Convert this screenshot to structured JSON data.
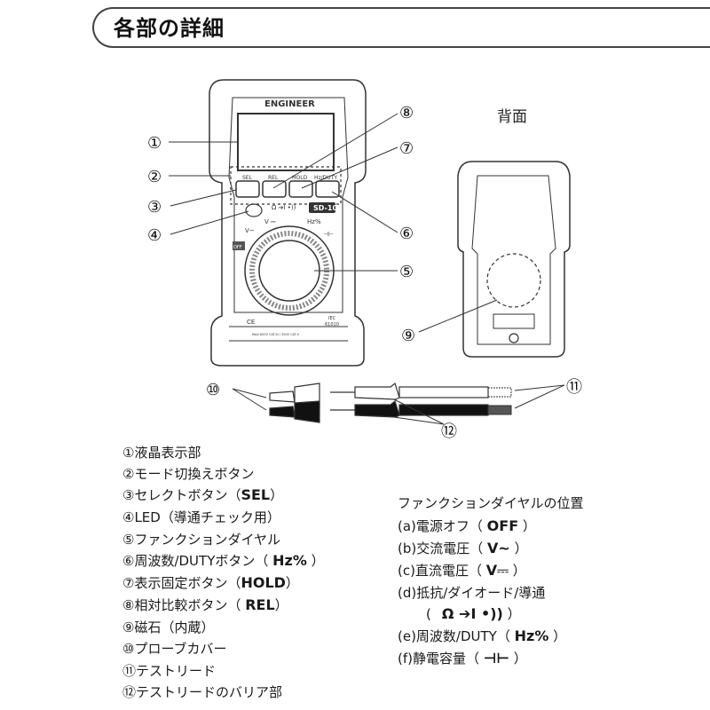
{
  "page": {
    "title": "各部の詳細"
  },
  "diagram": {
    "brand": "ENGINEER",
    "model": "SD-10",
    "back_label": "背面",
    "buttons": [
      "SEL",
      "REL",
      "HOLD",
      "Hz/DUTY"
    ],
    "button_icons": "Ω ➔I •))",
    "dial_marks": {
      "dcv": "V ⎓",
      "acv": "V~",
      "hz": "Hz%",
      "cap": "⊣⊢",
      "off": "OFF"
    },
    "safety_text": {
      "ce": "CE",
      "iec": "IEC",
      "iec_num": "61010",
      "bottom": "MAX 600V CAT.III / 300V CAT.II"
    },
    "callouts": [
      "①",
      "②",
      "③",
      "④",
      "⑤",
      "⑥",
      "⑦",
      "⑧",
      "⑨",
      "⑩",
      "⑪",
      "⑫"
    ]
  },
  "legend": [
    {
      "text": "①液晶表示部",
      "bold": ""
    },
    {
      "text": "②モード切換えボタン",
      "bold": ""
    },
    {
      "text": "③セレクトボタン（",
      "bold": "SEL",
      "tail": "）"
    },
    {
      "text": "④LED（導通チェック用）",
      "bold": ""
    },
    {
      "text": "⑤ファンクションダイヤル",
      "bold": ""
    },
    {
      "text": "⑥周波数/DUTYボタン（ ",
      "bold": "Hz%",
      "tail": " ）"
    },
    {
      "text": "⑦表示固定ボタン（",
      "bold": "HOLD",
      "tail": "）"
    },
    {
      "text": "⑧相対比較ボタン（ ",
      "bold": "REL",
      "tail": "）"
    },
    {
      "text": "⑨磁石（内蔵）",
      "bold": ""
    },
    {
      "text": "⑩プローブカバー",
      "bold": ""
    },
    {
      "text": "⑪テストリード",
      "bold": ""
    },
    {
      "text": "⑫テストリードのバリア部",
      "bold": ""
    }
  ],
  "functions": {
    "title": "ファンクションダイヤルの位置",
    "items": [
      {
        "text": "(a)電源オフ（ ",
        "bold": "OFF",
        "tail": "  ）"
      },
      {
        "text": "(b)交流電圧（ ",
        "bold": "V~",
        "tail": " ）"
      },
      {
        "text": "(c)直流電圧（ ",
        "bold": "V⎓",
        "tail": " ）"
      },
      {
        "text": "(d)抵抗/ダイオード/導通",
        "bold": "",
        "tail": ""
      },
      {
        "text": "(",
        "bold": "Ω ➔I •))",
        "tail": " ）",
        "sub": true
      },
      {
        "text": "(e)周波数/DUTY（ ",
        "bold": "Hz%",
        "tail": " ）"
      },
      {
        "text": "(f)静電容量（ ",
        "bold": "⊣⊢",
        "tail": " ）"
      }
    ]
  }
}
